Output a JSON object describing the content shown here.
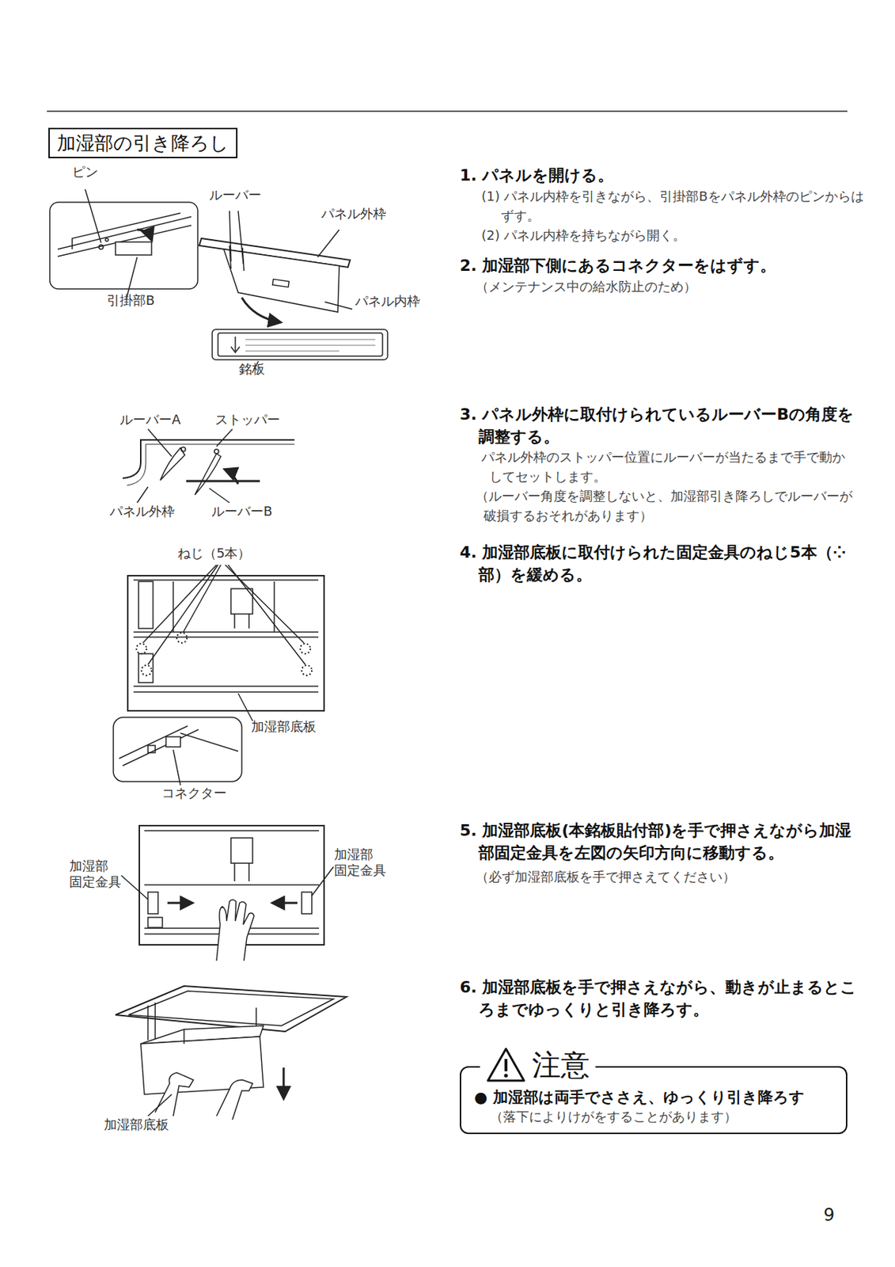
{
  "diagram": {
    "title": "加湿部の引き降ろし",
    "nodes": [
      {
        "text": [
          "注意",
          "● 加湿部は両手でささえ、ゆっくり引き降ろす",
          "（落下によりけがをすることがあります）"
        ]
      }
    ],
    "labels": [
      "ピン",
      "ルーバー",
      "パネル外枠",
      "引掛部B",
      "パネル内枠",
      "銘板",
      "ルーバーA",
      "ストッパー",
      "パネル外枠",
      "ルーバーB",
      "ねじ（5本）",
      "加湿部底板",
      "コネクター",
      "加湿部 固定金具",
      "加湿部 固定金具",
      "加湿部底板",
      "1. パネルを開ける。",
      "(1) パネル内枠を引きながら、引掛部Bをパネル外枠のピンからはずす。",
      "(2) パネル内枠を持ちながら開く。",
      "2. 加湿部下側にあるコネクターをはずす。",
      "（メンテナンス中の給水防止のため）",
      "3. パネル外枠に取付けられているルーバーBの角度を調整する。",
      "パネル外枠のストッパー位置にルーバーが当たるまで手で動かしてセットします。",
      "（ルーバー角度を調整しないと、加湿部引き降ろしでルーバーが破損するおそれがあります）",
      "4. 加湿部底板に取付けられた固定金具のねじ5本（⁘部）を緩める。",
      "5. 加湿部底板(本銘板貼付部)を手で押さえながら加湿部固定金具を左図の矢印方向に移動する。",
      "（必ず加湿部底板を手で押さえてください）",
      "6. 加湿部底板を手で押さえながら、動きが止まるところまでゆっくりと引き降ろす。",
      "9"
    ]
  }
}
